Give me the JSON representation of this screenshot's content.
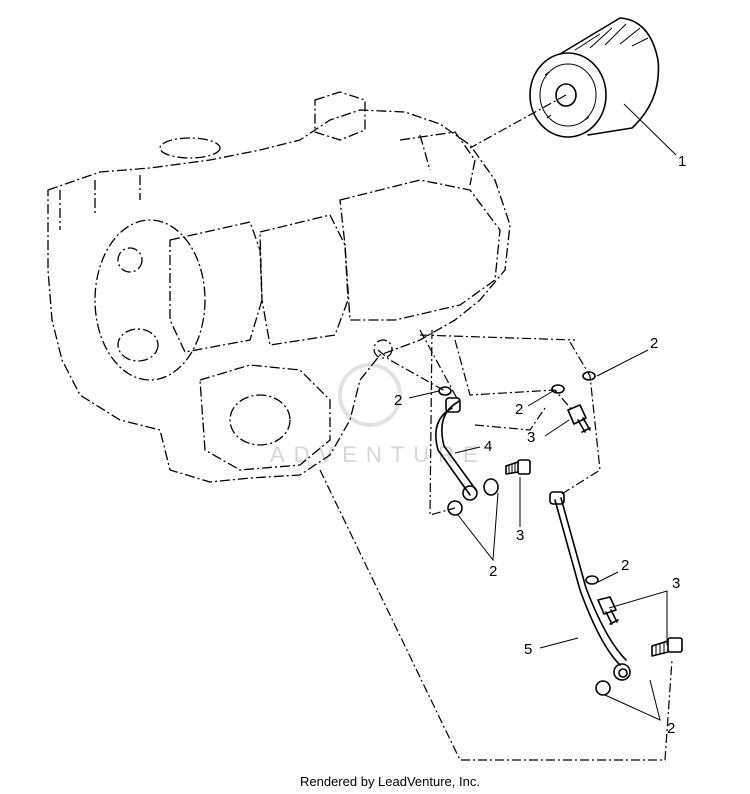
{
  "diagram": {
    "callouts": {
      "c1": "1",
      "c2a": "2",
      "c2b": "2",
      "c2c": "2",
      "c2d": "2",
      "c2e": "2",
      "c2f": "2",
      "c3a": "3",
      "c3b": "3",
      "c3c": "3",
      "c4": "4",
      "c5": "5"
    },
    "watermark": "ADVENTURE",
    "footer": "Rendered by LeadVenture, Inc."
  }
}
